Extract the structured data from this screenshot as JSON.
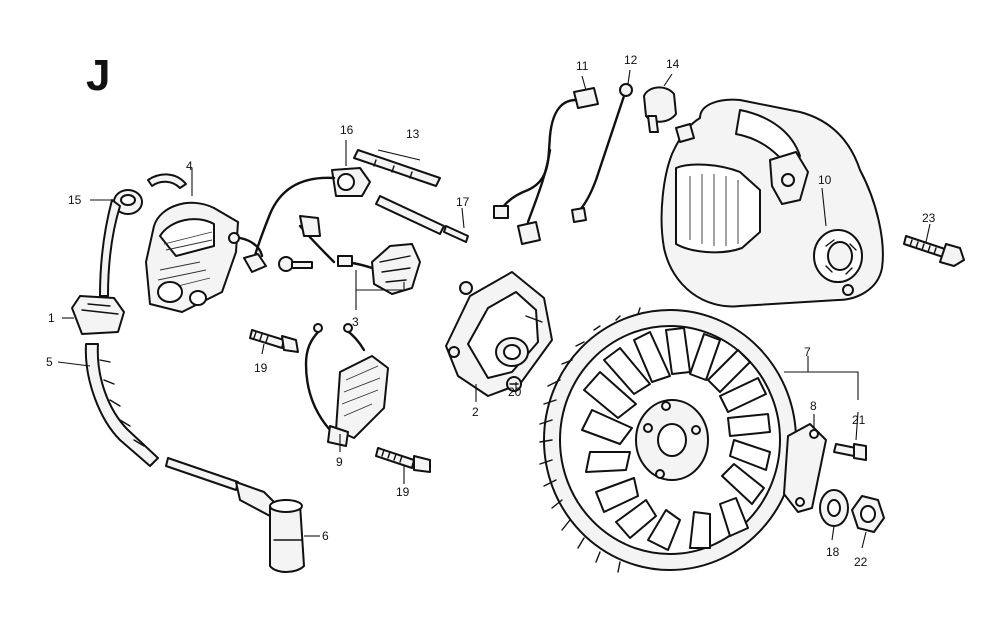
{
  "section_letter": "J",
  "callouts": {
    "c1": "1",
    "c2": "2",
    "c3": "3",
    "c4": "4",
    "c5": "5",
    "c6": "6",
    "c7": "7",
    "c8": "8",
    "c9": "9",
    "c10": "10",
    "c11": "11",
    "c12": "12",
    "c13": "13",
    "c14": "14",
    "c15": "15",
    "c16": "16",
    "c17": "17",
    "c18": "18",
    "c19a": "19",
    "c19b": "19",
    "c20": "20",
    "c21": "21",
    "c22": "22",
    "c23": "23"
  },
  "colors": {
    "ink": "#111111",
    "paper": "#ffffff"
  }
}
